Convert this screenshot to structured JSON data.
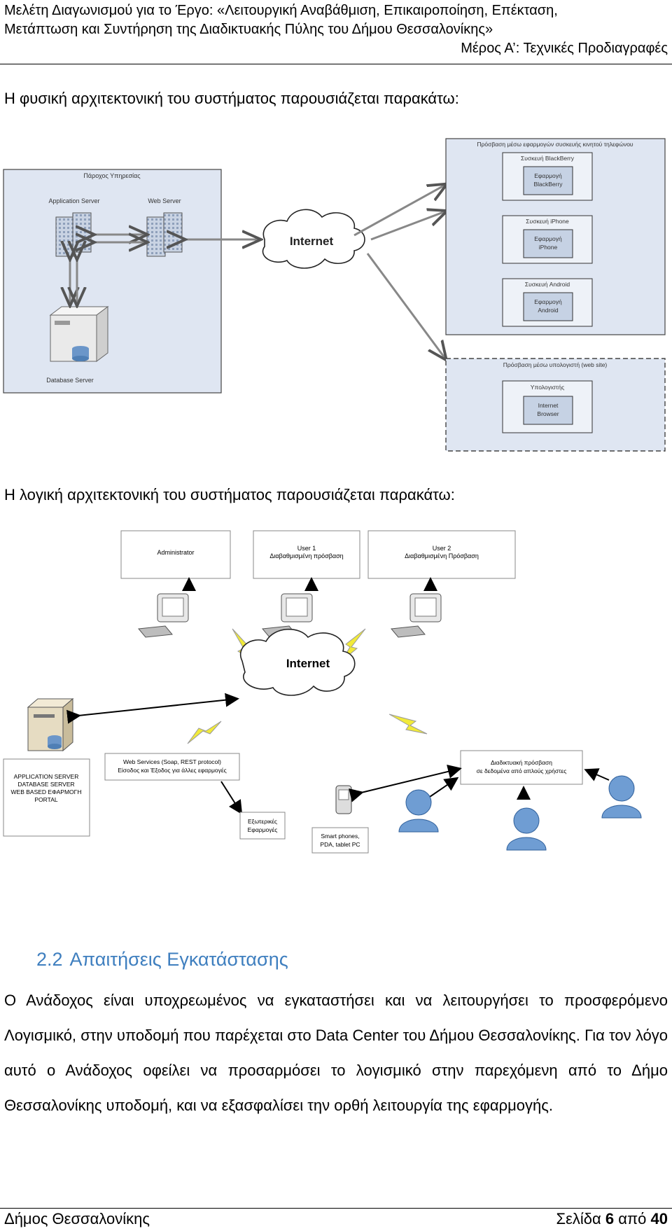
{
  "header": {
    "line1": "Μελέτη Διαγωνισμού για το Έργο: «Λειτουργική Αναβάθμιση, Επικαιροποίηση, Επέκταση,",
    "line2": "Μετάπτωση και Συντήρηση της Διαδικτυακής Πύλης του Δήμου Θεσσαλονίκης»",
    "line3": "Μέρος Α’: Τεχνικές Προδιαγραφές"
  },
  "physical": {
    "intro": "Η φυσική αρχιτεκτονική του συστήματος παρουσιάζεται παρακάτω:",
    "provider_title": "Πάροχος Υπηρεσίας",
    "app_server": "Application Server",
    "web_server": "Web Server",
    "db_server": "Database Server",
    "internet": "Internet",
    "mobile_title": "Πρόσβαση μέσω εφαρμογών συσκευής κινητού τηλεφώνου",
    "blackberry_device": "Συσκευή BlackBerry",
    "blackberry_app_1": "Εφαρμογή",
    "blackberry_app_2": "BlackBerry",
    "iphone_device": "Συσκευή iPhone",
    "iphone_app_1": "Εφαρμογή",
    "iphone_app_2": "iPhone",
    "android_device": "Συσκευή Android",
    "android_app_1": "Εφαρμογή",
    "android_app_2": "Android",
    "web_title": "Πρόσβαση μέσω υπολογιστή (web site)",
    "computer": "Υπολογιστής",
    "browser_1": "Internet",
    "browser_2": "Browser"
  },
  "logical": {
    "intro": "Η λογική αρχιτεκτονική του συστήματος παρουσιάζεται παρακάτω:",
    "admin": "Administrator",
    "user1_a": "User 1",
    "user1_b": "Διαβαθμισμένη πρόσβαση",
    "user2_a": "User 2",
    "user2_b": "Διαβαθμισμένη Πρόσβαση",
    "internet": "Internet",
    "server_1": "APPLICATION SERVER",
    "server_2": "DATABASE SERVER",
    "server_3": "WEB BASED ΕΦΑΡΜΟΓΗ",
    "server_4": "PORTAL",
    "ws_1": "Web Services (Soap, REST protocol)",
    "ws_2": "Είσοδος και Έξοδος για άλλες εφαρμογές",
    "ext_1": "Εξωτερικές",
    "ext_2": "Εφαρμογές",
    "smart_1": "Smart phones,",
    "smart_2": "PDA, tablet PC",
    "access_1": "Διαδικτυακή πρόσβαση",
    "access_2": "σε δεδομένα από απλούς χρήστες"
  },
  "section": {
    "number": "2.2",
    "title": "Απαιτήσεις Εγκατάστασης"
  },
  "body": {
    "paragraph": "Ο Ανάδοχος είναι υποχρεωμένος να εγκαταστήσει και να λειτουργήσει το προσφερόμενο Λογισμικό, στην υποδομή που παρέχεται στο Data Center του Δήμου Θεσσαλονίκης. Για τον λόγο αυτό ο Ανάδοχος οφείλει να προσαρμόσει το λογισμικό στην παρεχόμενη από το Δήμο Θεσσαλονίκης υποδομή, και να εξασφαλίσει την ορθή λειτουργία της εφαρμογής."
  },
  "footer": {
    "left": "Δήμος Θεσσαλονίκης",
    "page_prefix": "Σελίδα",
    "page_number": "6",
    "page_of": "από",
    "page_total": "40"
  }
}
